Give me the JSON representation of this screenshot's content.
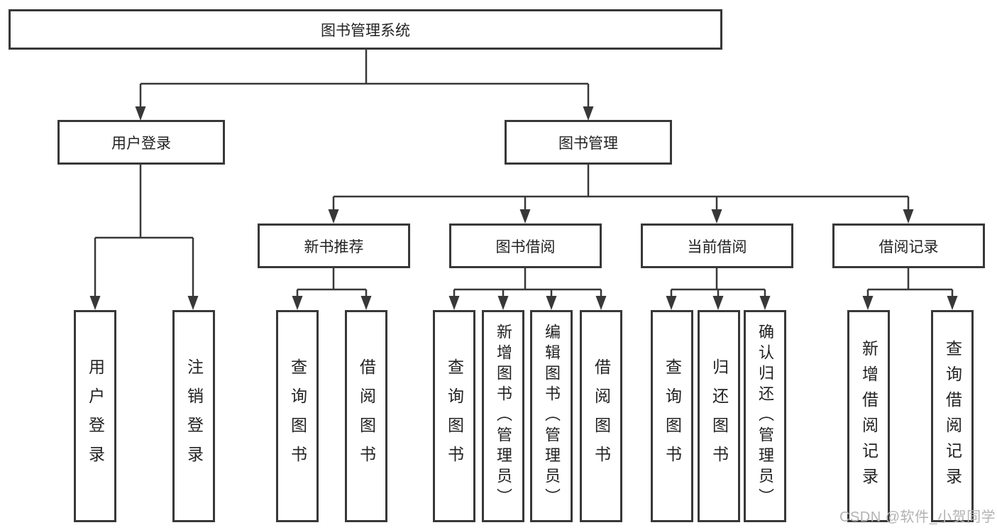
{
  "watermark": "CSDN @软件_小贺同学",
  "colors": {
    "background": "#ffffff",
    "line": "#383838",
    "box_border": "#383838",
    "text": "#222222",
    "watermark": "#b3b3b3"
  },
  "tree": {
    "root": {
      "label": "图书管理系统"
    },
    "branches": [
      {
        "label": "用户登录",
        "children": [
          {
            "label": "用户登录"
          },
          {
            "label": "注销登录"
          }
        ]
      },
      {
        "label": "图书管理",
        "children": [
          {
            "label": "新书推荐",
            "children": [
              {
                "label": "查询图书"
              },
              {
                "label": "借阅图书"
              }
            ]
          },
          {
            "label": "图书借阅",
            "children": [
              {
                "label": "查询图书"
              },
              {
                "label": "新增图书（管理员）"
              },
              {
                "label": "编辑图书（管理员）"
              },
              {
                "label": "借阅图书"
              }
            ]
          },
          {
            "label": "当前借阅",
            "children": [
              {
                "label": "查询图书"
              },
              {
                "label": "归还图书"
              },
              {
                "label": "确认归还（管理员）"
              }
            ]
          },
          {
            "label": "借阅记录",
            "children": [
              {
                "label": "新增借阅记录"
              },
              {
                "label": "查询借阅记录"
              }
            ]
          }
        ]
      }
    ]
  }
}
